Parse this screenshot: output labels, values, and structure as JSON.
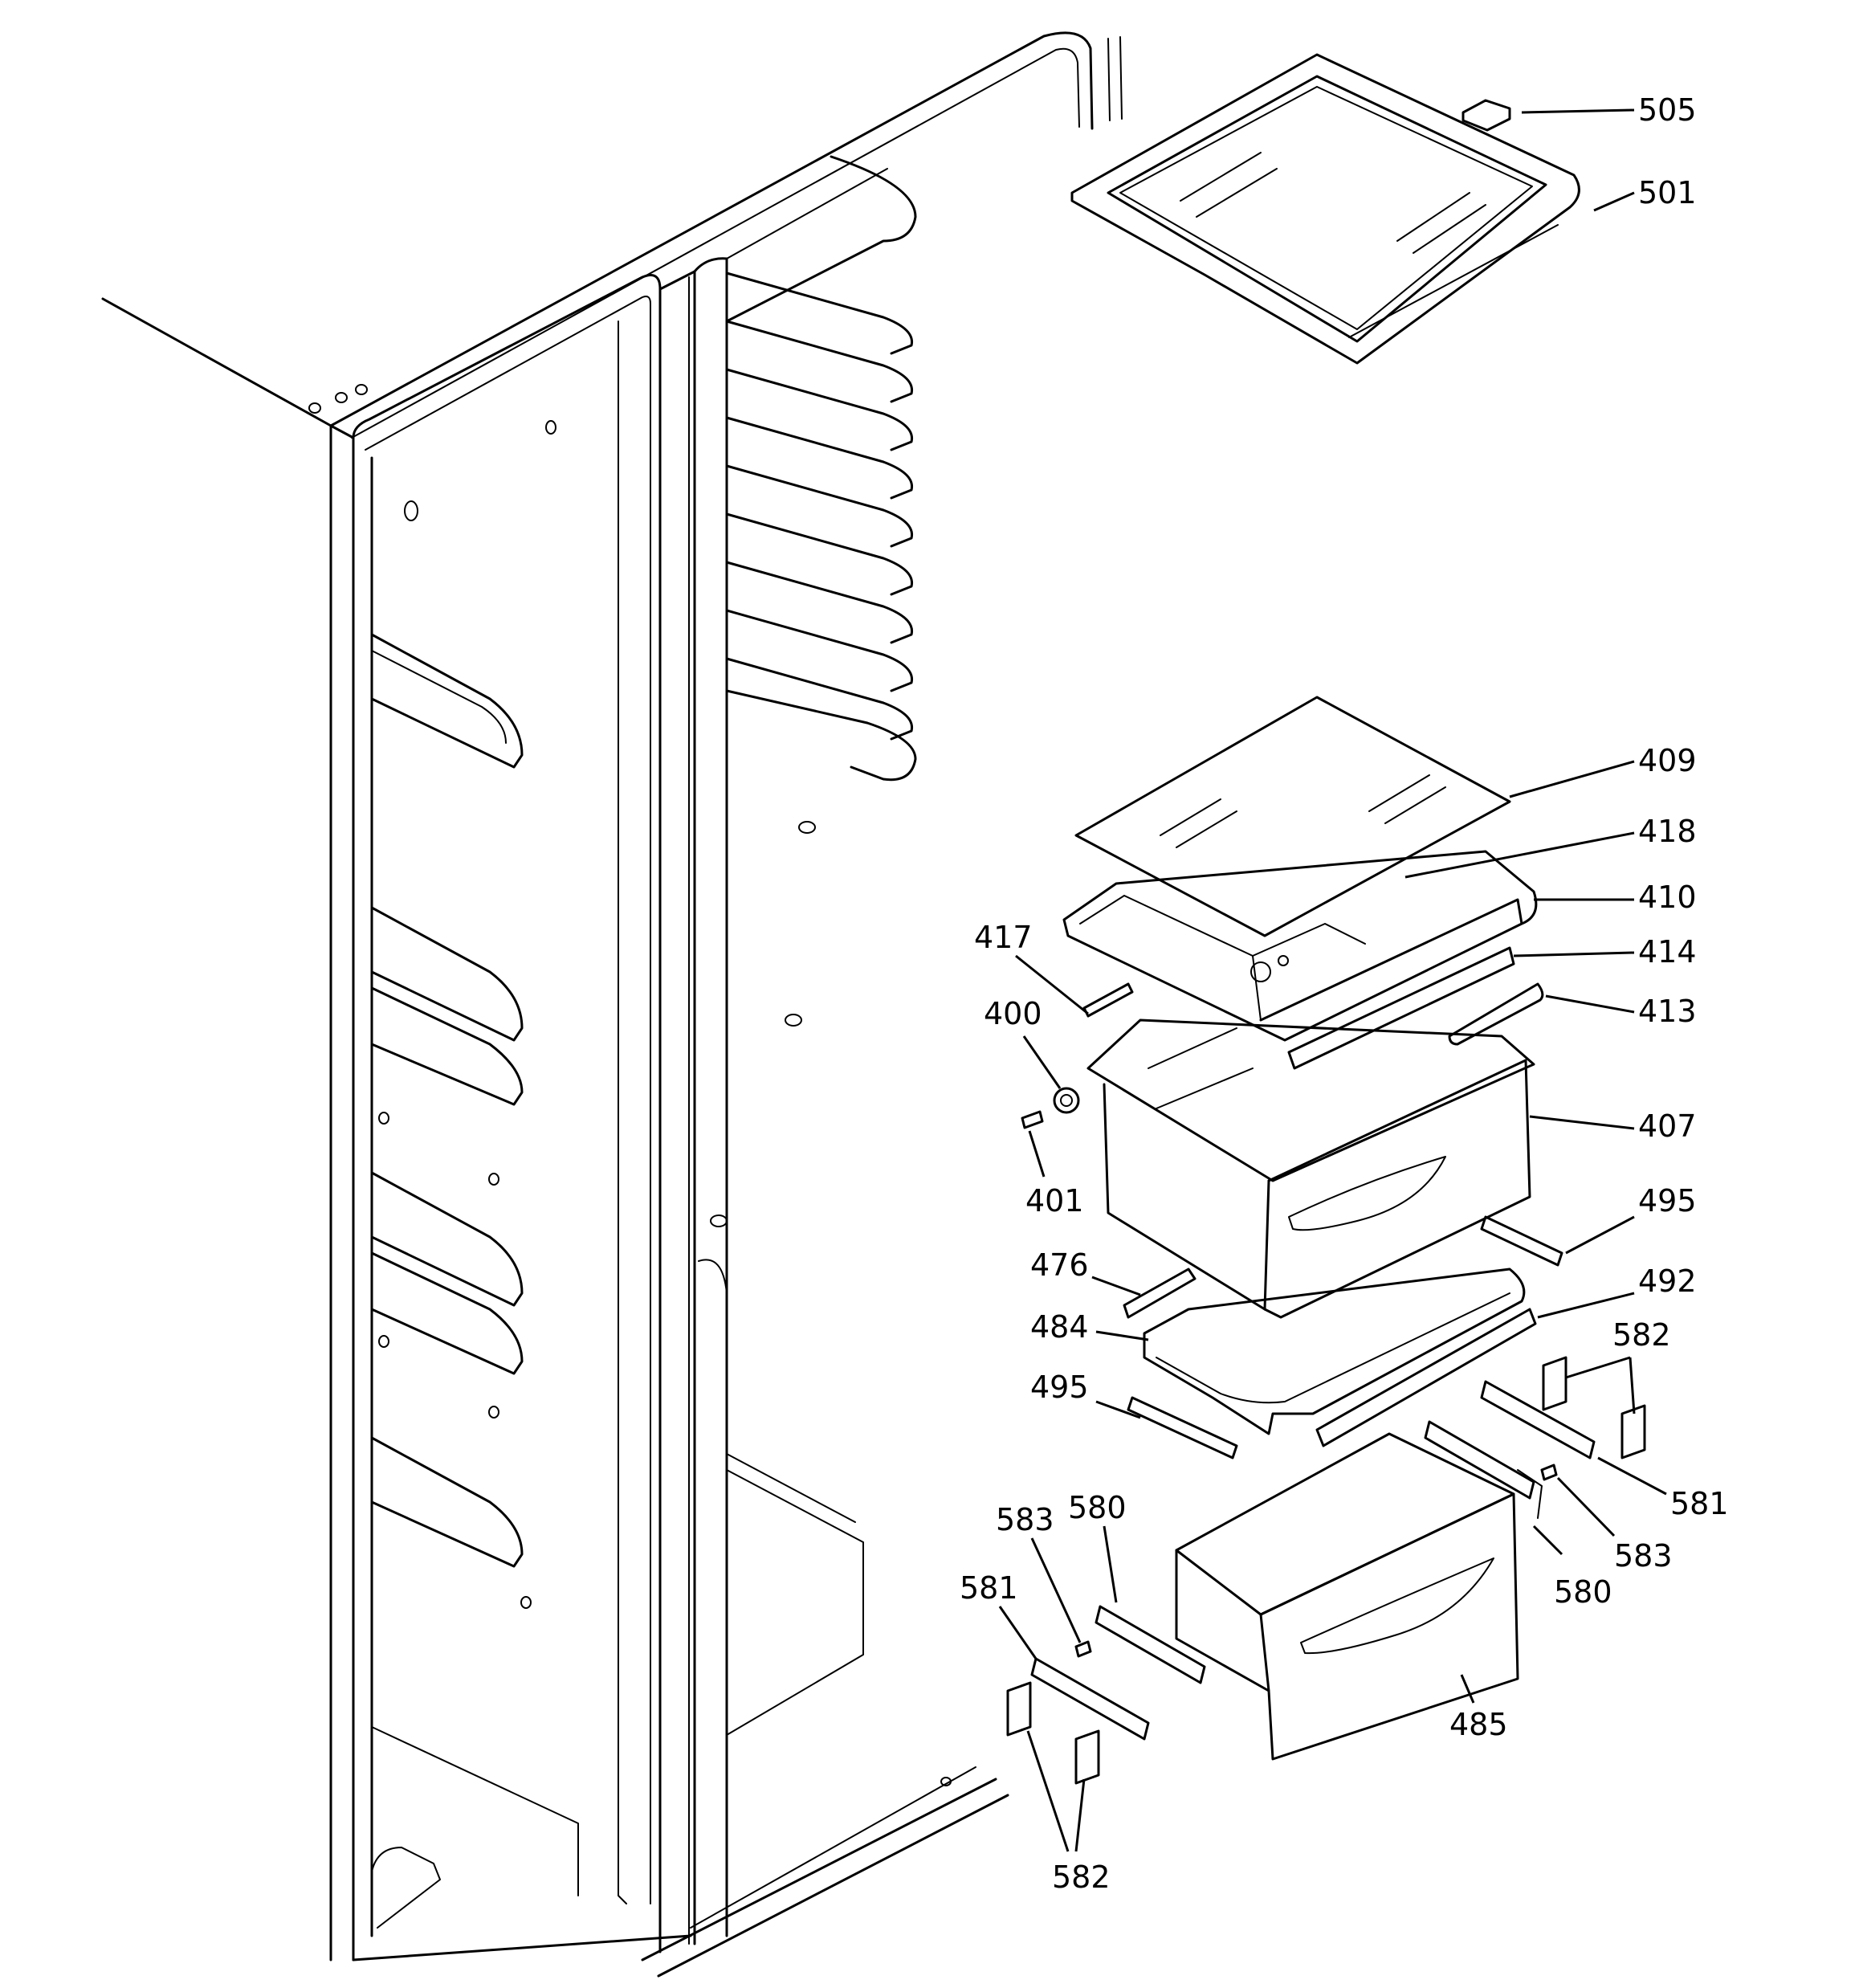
{
  "callouts": {
    "c505": "505",
    "c501": "501",
    "c409": "409",
    "c418": "418",
    "c410": "410",
    "c414": "414",
    "c413": "413",
    "c417": "417",
    "c400": "400",
    "c401": "401",
    "c407": "407",
    "c495a": "495",
    "c476": "476",
    "c492": "492",
    "c484": "484",
    "c495b": "495",
    "c582a": "582",
    "c580a": "580",
    "c583a": "583",
    "c581a": "581",
    "c581b": "581",
    "c583b": "583",
    "c580b": "580",
    "c485": "485",
    "c582b": "582"
  }
}
